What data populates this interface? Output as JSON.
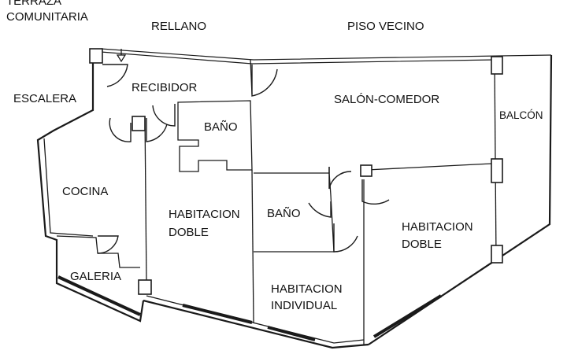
{
  "labels": {
    "terraza_line1": "TERRAZA",
    "terraza_line2": "COMUNITARIA",
    "rellano": "RELLANO",
    "piso_vecino": "PISO VECINO",
    "escalera": "ESCALERA",
    "recibidor": "RECIBIDOR",
    "salon_comedor": "SALÓN-COMEDOR",
    "balcon": "BALCÓN",
    "bano_1": "BAÑO",
    "bano_2": "BAÑO",
    "cocina": "COCINA",
    "habitacion_doble_1_line1": "HABITACION",
    "habitacion_doble_1_line2": "DOBLE",
    "habitacion_doble_2_line1": "HABITACION",
    "habitacion_doble_2_line2": "DOBLE",
    "galeria": "GALERIA",
    "habitacion_individual_line1": "HABITACION",
    "habitacion_individual_line2": "INDIVIDUAL"
  }
}
